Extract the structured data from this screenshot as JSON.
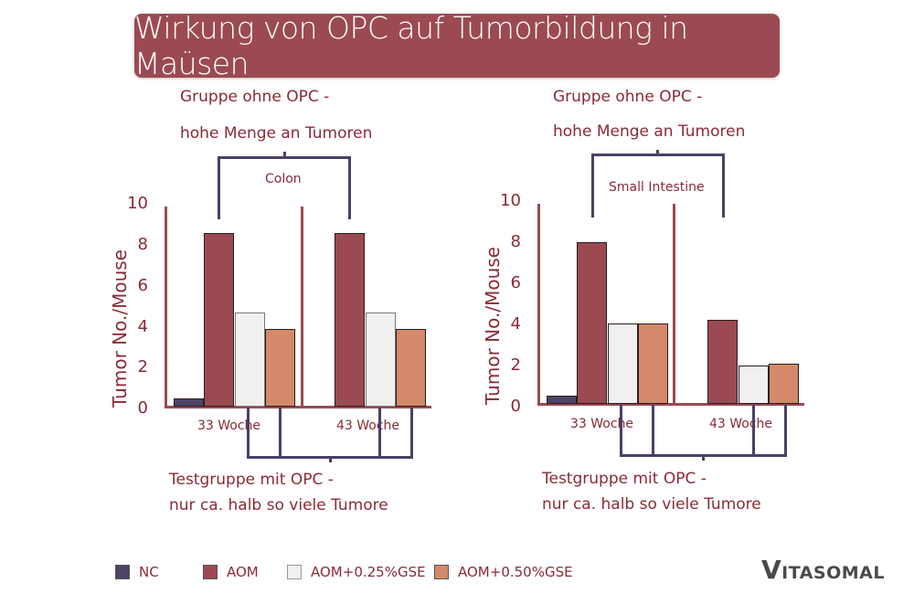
{
  "title": "Wirkung von OPC auf Tumorbildung in Maüsen",
  "colors": {
    "title_bg": "#9b4a52",
    "text": "#8a2a35",
    "axis": "#9b4a52",
    "bracket": "#4b3f66",
    "NC": "#4d4468",
    "AOM": "#9b4a52",
    "AOM_025": "#f0f0f0",
    "AOM_050": "#d4896a"
  },
  "left_panel": {
    "top_annotation_line1": "Gruppe ohne OPC -",
    "top_annotation_line2": "hohe Menge an Tumoren",
    "section_label": "Colon",
    "bottom_annotation_line1": "Testgruppe mit OPC -",
    "bottom_annotation_line2": "nur ca. halb so viele Tumore",
    "ylabel": "Tumor No./Mouse",
    "yticks": [
      "0",
      "2",
      "4",
      "6",
      "8",
      "10"
    ],
    "groups": [
      "33 Woche",
      "43 Woche"
    ]
  },
  "right_panel": {
    "top_annotation_line1": "Gruppe ohne OPC -",
    "top_annotation_line2": "hohe Menge an Tumoren",
    "section_label": "Small Intestine",
    "bottom_annotation_line1": "Testgruppe mit OPC -",
    "bottom_annotation_line2": "nur ca. halb so viele Tumore",
    "ylabel": "Tumor No./Mouse",
    "yticks": [
      "0",
      "2",
      "4",
      "6",
      "8",
      "10"
    ],
    "groups": [
      "33 Woche",
      "43 Woche"
    ]
  },
  "legend": [
    {
      "label": "NC",
      "color": "#4d4468"
    },
    {
      "label": "AOM",
      "color": "#9b4a52"
    },
    {
      "label": "AOM+0.25%GSE",
      "color": "#f0f0f0"
    },
    {
      "label": "AOM+0.50%GSE",
      "color": "#d4896a"
    }
  ],
  "logo": {
    "first": "V",
    "rest": "ITASOMAL"
  },
  "chart_data": [
    {
      "type": "bar",
      "title": "Colon",
      "categories": [
        "33 Woche",
        "43 Woche"
      ],
      "ylabel": "Tumor No./Mouse",
      "xlabel": "",
      "ylim": [
        0,
        10
      ],
      "yticks": [
        0,
        2,
        4,
        6,
        8,
        10
      ],
      "grid": false,
      "legend_position": "bottom",
      "series": [
        {
          "name": "NC",
          "values": [
            0.4,
            0
          ]
        },
        {
          "name": "AOM",
          "values": [
            8.5,
            8.5
          ]
        },
        {
          "name": "AOM+0.25%GSE",
          "values": [
            4.6,
            4.6
          ]
        },
        {
          "name": "AOM+0.50%GSE",
          "values": [
            3.8,
            3.8
          ]
        }
      ],
      "annotations": [
        "Gruppe ohne OPC - hohe Menge an Tumoren",
        "Testgruppe mit OPC - nur ca. halb so viele Tumore"
      ]
    },
    {
      "type": "bar",
      "title": "Small Intestine",
      "categories": [
        "33 Woche",
        "43 Woche"
      ],
      "ylabel": "Tumor No./Mouse",
      "xlabel": "",
      "ylim": [
        0,
        10
      ],
      "yticks": [
        0,
        2,
        4,
        6,
        8,
        10
      ],
      "grid": false,
      "legend_position": "bottom",
      "series": [
        {
          "name": "NC",
          "values": [
            0.45,
            0
          ]
        },
        {
          "name": "AOM",
          "values": [
            8.0,
            4.2
          ]
        },
        {
          "name": "AOM+0.25%GSE",
          "values": [
            4.0,
            1.9
          ]
        },
        {
          "name": "AOM+0.50%GSE",
          "values": [
            4.0,
            2.0
          ]
        }
      ],
      "annotations": [
        "Gruppe ohne OPC - hohe Menge an Tumoren",
        "Testgruppe mit OPC - nur ca. halb so viele Tumore"
      ]
    }
  ]
}
